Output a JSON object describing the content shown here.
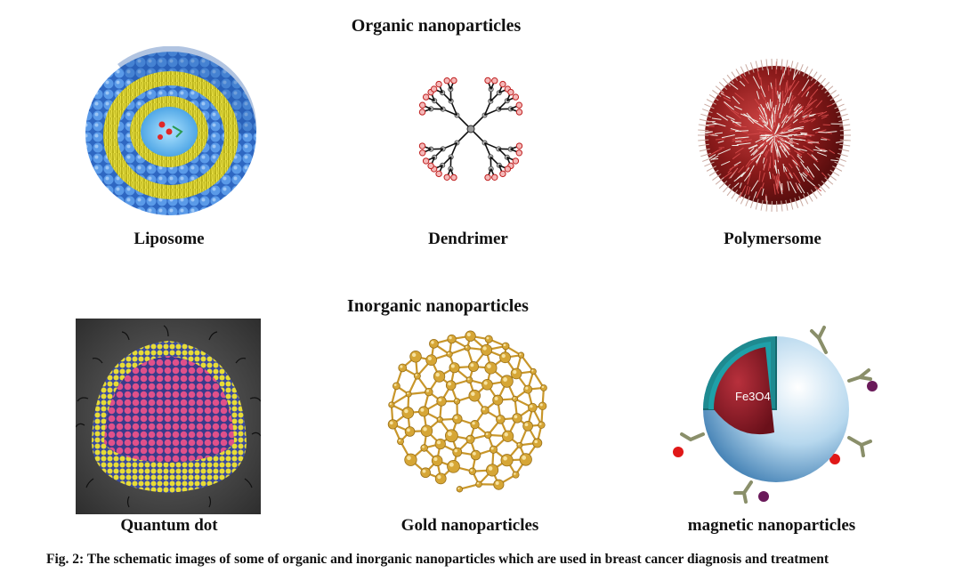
{
  "headings": {
    "organic": "Organic nanoparticles",
    "inorganic": "Inorganic nanoparticles"
  },
  "organic_items": [
    {
      "label": "Liposome",
      "icon": "liposome-icon"
    },
    {
      "label": "Dendrimer",
      "icon": "dendrimer-icon"
    },
    {
      "label": "Polymersome",
      "icon": "polymersome-icon"
    }
  ],
  "inorganic_items": [
    {
      "label": "Quantum dot",
      "icon": "quantum-dot-icon"
    },
    {
      "label": "Gold nanoparticles",
      "icon": "gold-nanoparticle-icon"
    },
    {
      "label": "magnetic nanoparticles",
      "icon": "magnetic-nanoparticle-icon",
      "core_text": "Fe3O4"
    }
  ],
  "caption": "Fig. 2: The schematic images of some of organic and inorganic nanoparticles which are used in breast cancer diagnosis and treatment",
  "colors": {
    "liposome_blue": "#3f7fd6",
    "lipid_yellow": "#d8d020",
    "polymersome_red": "#8a1a1a",
    "qd_pink": "#e0508a",
    "gold": "#d6a636",
    "magnetic_core": "#9a1e2a",
    "shell_teal": "#1e8a90"
  }
}
